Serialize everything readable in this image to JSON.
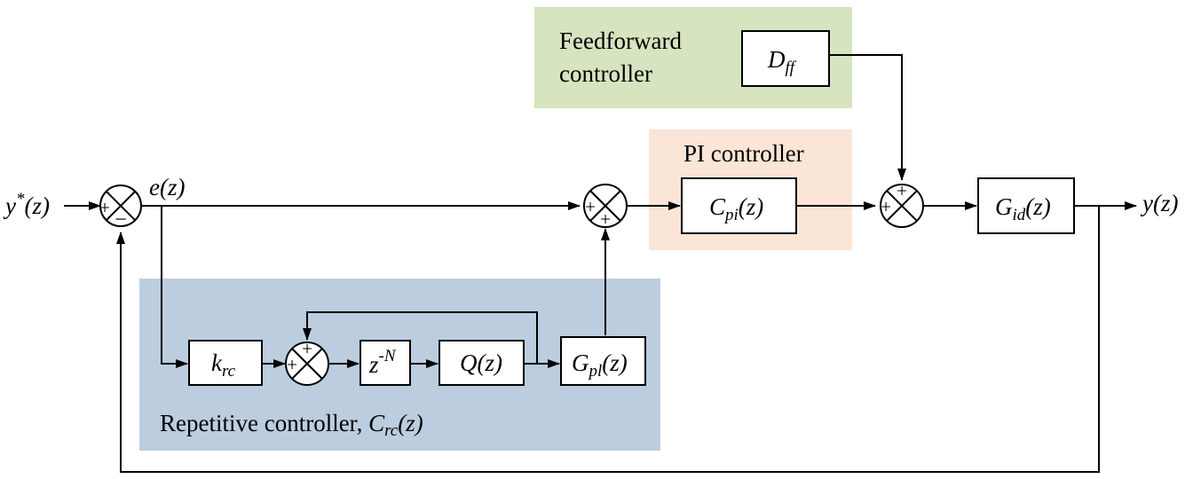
{
  "regions": {
    "feedforward": {
      "line1": "Feedforward",
      "line2": "controller",
      "color": "#d6e4bf"
    },
    "pi": {
      "label": "PI controller",
      "color": "#fbe5d6"
    },
    "repetitive": {
      "label": "Repetitive controller, ",
      "label_italic": "C",
      "label_sub": "rc",
      "label_tail": "(z)",
      "color": "#bccddf"
    }
  },
  "signals": {
    "input": {
      "base": "y",
      "sup": "*",
      "arg": "(z)"
    },
    "error": "e(z)",
    "output": "y(z)"
  },
  "blocks": {
    "dff": {
      "main": "D",
      "sub": "ff"
    },
    "cpi": {
      "main": "C",
      "sub": "pi",
      "arg": "(z)"
    },
    "gid": {
      "main": "G",
      "sub": "id",
      "arg": "(z)"
    },
    "krc": {
      "main": "k",
      "sub": "rc"
    },
    "delay": {
      "main": "z",
      "sup": "-N"
    },
    "q": {
      "main": "Q(z)"
    },
    "gpl": {
      "main": "G",
      "sub": "pl",
      "arg": "(z)"
    }
  },
  "summing_signs": {
    "s1": {
      "left": "+",
      "bottom": "−"
    },
    "s2": {
      "left": "+",
      "bottom": "+"
    },
    "s3": {
      "left": "+",
      "top": "+"
    },
    "s4": {
      "left": "+",
      "top": "+"
    }
  }
}
